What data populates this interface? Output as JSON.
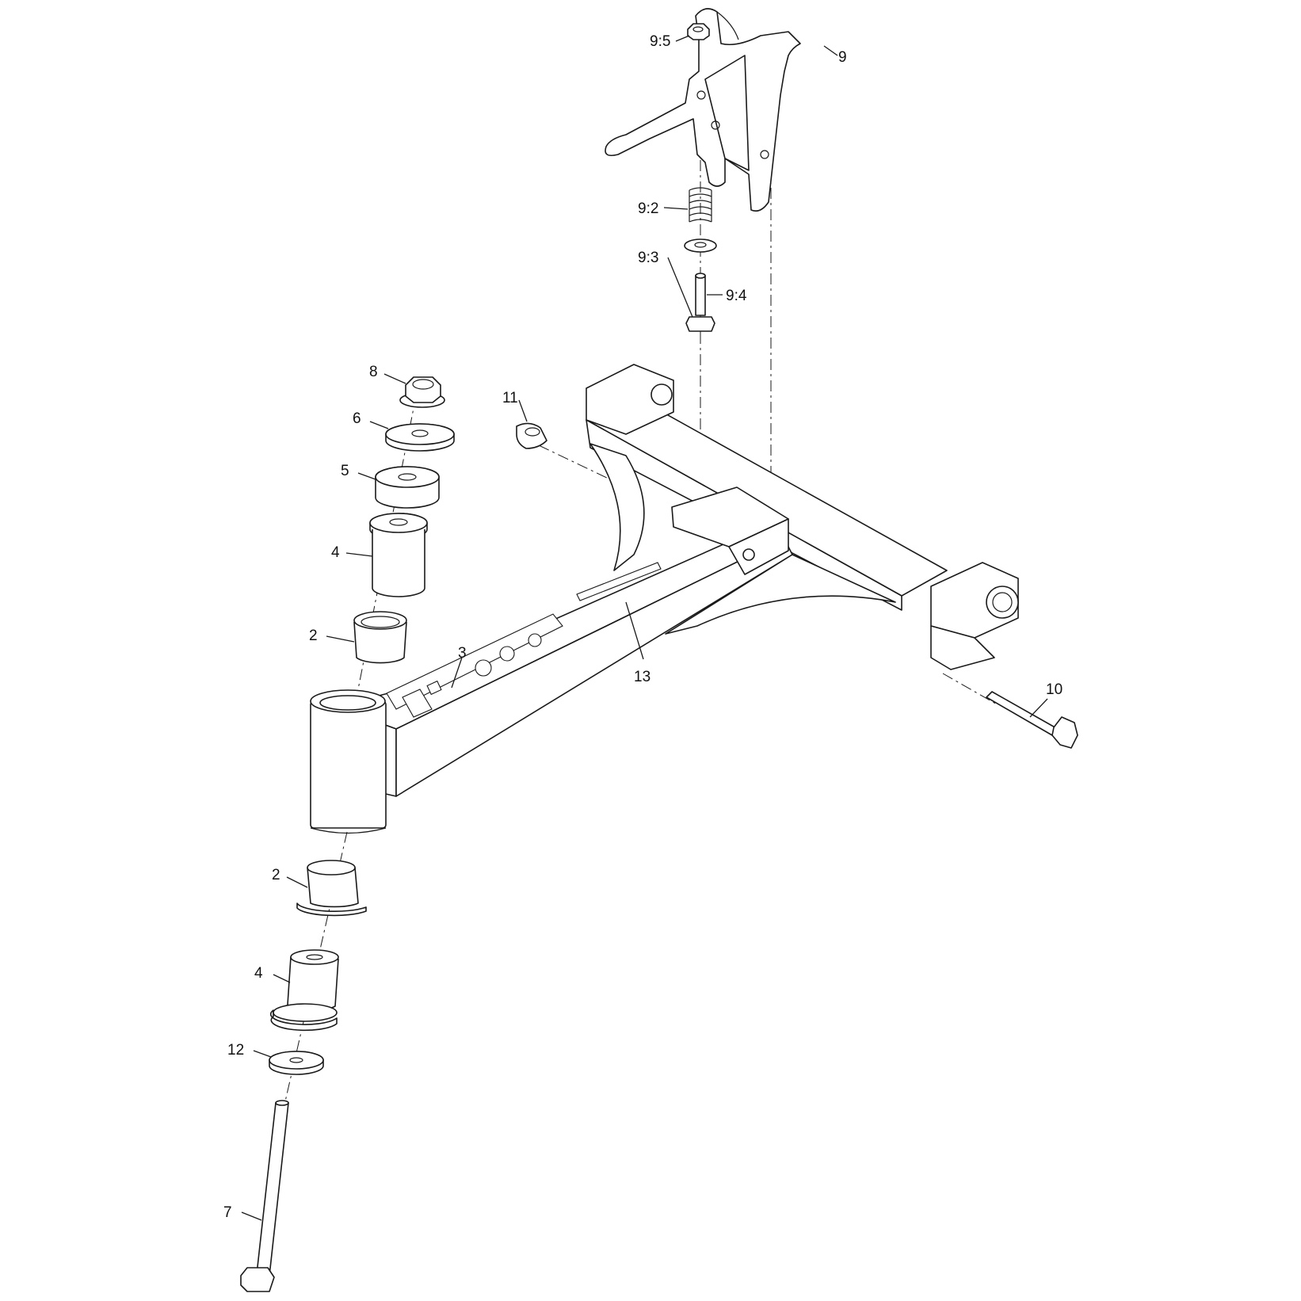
{
  "diagram": {
    "callouts": [
      {
        "id": "c-9-5",
        "text": "9:5"
      },
      {
        "id": "c-9",
        "text": "9"
      },
      {
        "id": "c-9-2",
        "text": "9:2"
      },
      {
        "id": "c-9-3",
        "text": "9:3"
      },
      {
        "id": "c-9-4",
        "text": "9:4"
      },
      {
        "id": "c-8",
        "text": "8"
      },
      {
        "id": "c-11",
        "text": "11"
      },
      {
        "id": "c-6",
        "text": "6"
      },
      {
        "id": "c-5",
        "text": "5"
      },
      {
        "id": "c-4a",
        "text": "4"
      },
      {
        "id": "c-2a",
        "text": "2"
      },
      {
        "id": "c-3",
        "text": "3"
      },
      {
        "id": "c-13",
        "text": "13"
      },
      {
        "id": "c-10",
        "text": "10"
      },
      {
        "id": "c-2b",
        "text": "2"
      },
      {
        "id": "c-4b",
        "text": "4"
      },
      {
        "id": "c-12",
        "text": "12"
      },
      {
        "id": "c-7",
        "text": "7"
      }
    ]
  }
}
